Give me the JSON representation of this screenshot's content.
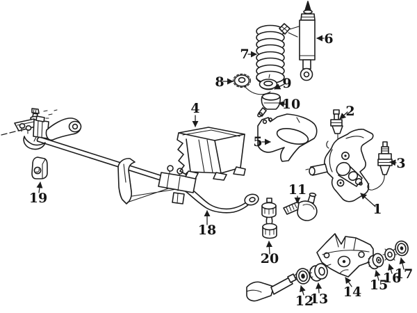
{
  "figure": {
    "kind": "exploded-parts-diagram",
    "subject": "front-suspension",
    "colors": {
      "background": "#ffffff",
      "ink": "#1c1c1c"
    },
    "callouts": [
      {
        "num": "1",
        "part": "steering-knuckle"
      },
      {
        "num": "2",
        "part": "upper-ball-joint"
      },
      {
        "num": "3",
        "part": "lower-ball-joint"
      },
      {
        "num": "4",
        "part": "spring-tower-bracket"
      },
      {
        "num": "5",
        "part": "upper-control-arm"
      },
      {
        "num": "6",
        "part": "shock-absorber"
      },
      {
        "num": "7",
        "part": "coil-spring"
      },
      {
        "num": "8",
        "part": "spring-upper-retainer"
      },
      {
        "num": "9",
        "part": "spring-seat-washer"
      },
      {
        "num": "10",
        "part": "spring-lower-seat"
      },
      {
        "num": "11",
        "part": "tie-rod-end"
      },
      {
        "num": "12",
        "part": "radius-arm-washer"
      },
      {
        "num": "13",
        "part": "radius-arm-bushing"
      },
      {
        "num": "14",
        "part": "radius-arm-bracket"
      },
      {
        "num": "15",
        "part": "bracket-bushing"
      },
      {
        "num": "16",
        "part": "bracket-washer"
      },
      {
        "num": "17",
        "part": "retainer-washer"
      },
      {
        "num": "18",
        "part": "stabilizer-bar"
      },
      {
        "num": "19",
        "part": "stabilizer-bar-insulator"
      },
      {
        "num": "20",
        "part": "stabilizer-bar-link"
      }
    ]
  }
}
